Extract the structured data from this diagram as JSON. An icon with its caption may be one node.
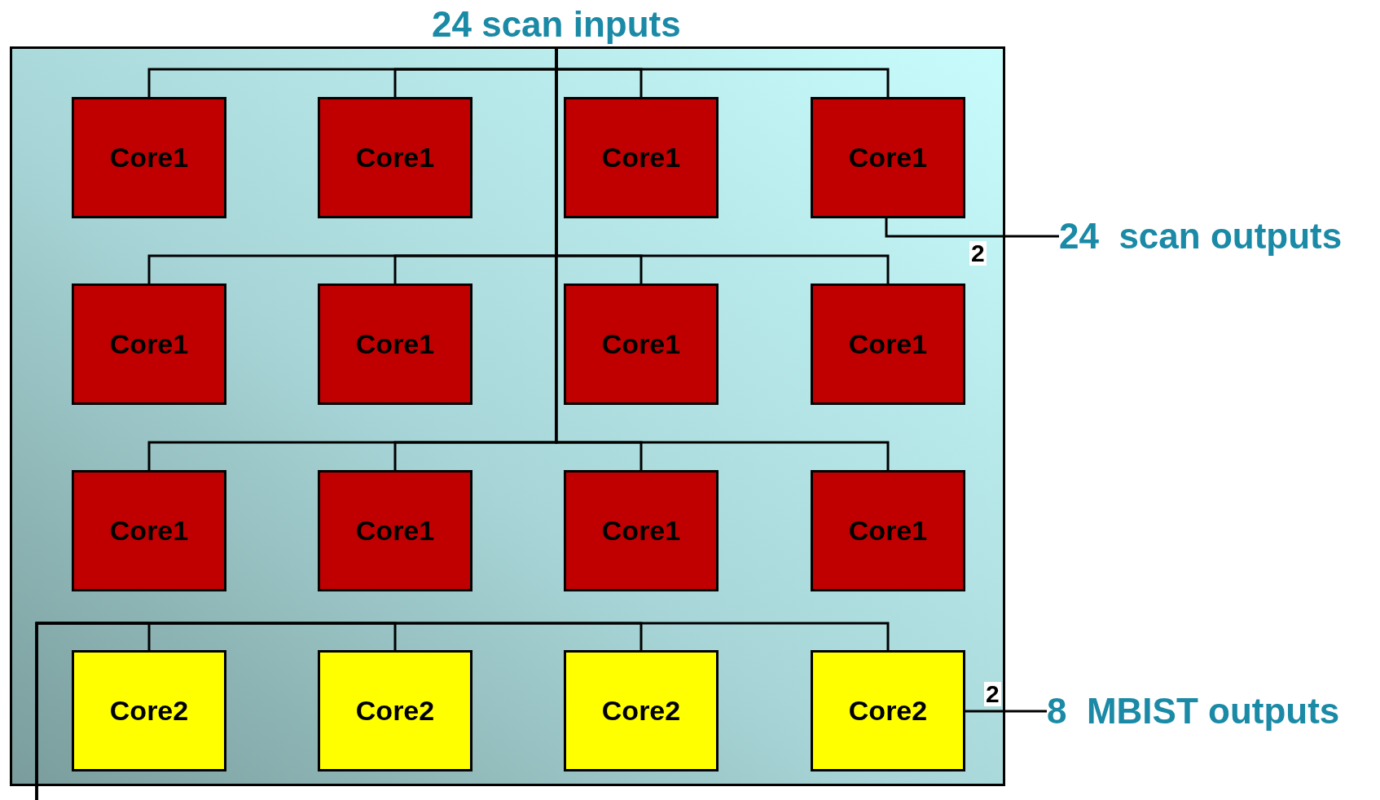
{
  "diagram": {
    "nodes": [
      {
        "text": [],
        "shape": "box"
      },
      {
        "text": [
          "Core1"
        ],
        "in": 0
      },
      {
        "text": [
          "Core1"
        ],
        "in": 0
      },
      {
        "text": [
          "Core1"
        ],
        "in": 0
      },
      {
        "text": [
          "Core1"
        ],
        "in": 0
      },
      {
        "text": [
          "Core1"
        ],
        "in": 0
      },
      {
        "text": [
          "Core1"
        ],
        "in": 0
      },
      {
        "text": [
          "Core1"
        ],
        "in": 0
      },
      {
        "text": [
          "Core1"
        ],
        "in": 0
      },
      {
        "text": [
          "Core1"
        ],
        "in": 0
      },
      {
        "text": [
          "Core1"
        ],
        "in": 0
      },
      {
        "text": [
          "Core1"
        ],
        "in": 0
      },
      {
        "text": [
          "Core1"
        ],
        "in": 0
      },
      {
        "text": [
          "Core2"
        ],
        "in": 0
      },
      {
        "text": [
          "Core2"
        ],
        "in": 0
      },
      {
        "text": [
          "Core2"
        ],
        "in": 0
      },
      {
        "text": [
          "Core2"
        ],
        "in": 0
      },
      {
        "text": [
          "24 scan inputs"
        ]
      },
      {
        "text": [
          "24  scan outputs"
        ]
      },
      {
        "text": [
          "8  MBIST outputs"
        ]
      }
    ],
    "edges": [
      {
        "from": 17,
        "to": 1,
        "arrow": "none"
      },
      {
        "from": 17,
        "to": 2,
        "arrow": "none"
      },
      {
        "from": 17,
        "to": 3,
        "arrow": "none"
      },
      {
        "from": 17,
        "to": 4,
        "arrow": "none"
      },
      {
        "from": 17,
        "to": 5,
        "arrow": "none"
      },
      {
        "from": 17,
        "to": 6,
        "arrow": "none"
      },
      {
        "from": 17,
        "to": 7,
        "arrow": "none"
      },
      {
        "from": 17,
        "to": 8,
        "arrow": "none"
      },
      {
        "from": 17,
        "to": 9,
        "arrow": "none"
      },
      {
        "from": 17,
        "to": 10,
        "arrow": "none"
      },
      {
        "from": 17,
        "to": 11,
        "arrow": "none"
      },
      {
        "from": 17,
        "to": 12,
        "arrow": "none"
      },
      {
        "from": 4,
        "to": 18,
        "arrow": "none",
        "label": "2"
      },
      {
        "from": null,
        "to": 13,
        "arrow": "none"
      },
      {
        "from": null,
        "to": 14,
        "arrow": "none"
      },
      {
        "from": null,
        "to": 15,
        "arrow": "none"
      },
      {
        "from": null,
        "to": 16,
        "arrow": "none"
      },
      {
        "from": 16,
        "to": 19,
        "arrow": "none",
        "label": "2"
      }
    ]
  }
}
